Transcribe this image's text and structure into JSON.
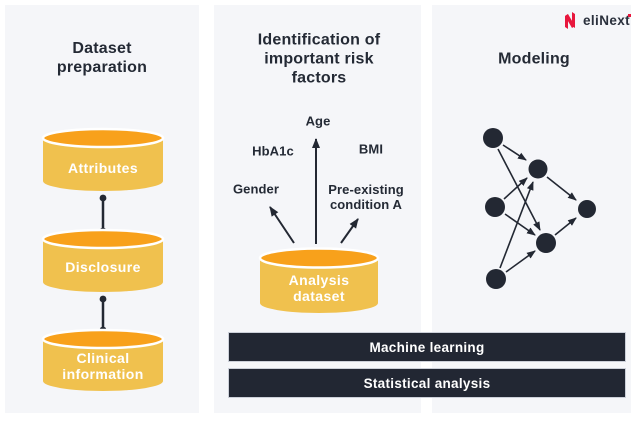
{
  "brand": {
    "name": "eliNext"
  },
  "colors": {
    "page_bg": "#FFFFFF",
    "panel_bg": "#F5F6F9",
    "dark": "#232833",
    "text_dark": "#242A35",
    "cylinder_top": "#F8A11B",
    "cylinder_body": "#F0C14E",
    "white": "#FFFFFF",
    "bar_bg": "#222733",
    "logo_red": "#E8173D"
  },
  "panels": {
    "dataset_preparation": {
      "title": "Dataset\npreparation",
      "cylinders": [
        {
          "label": "Attributes"
        },
        {
          "label": "Disclosure"
        },
        {
          "label": "Clinical\ninformation"
        }
      ]
    },
    "risk_factors": {
      "title": "Identification of\nimportant risk\nfactors",
      "labels": {
        "age": "Age",
        "hba1c": "HbA1c",
        "bmi": "BMI",
        "gender": "Gender",
        "preexisting": "Pre-existing\ncondition A"
      },
      "dataset": {
        "label": "Analysis\ndataset"
      }
    },
    "modeling": {
      "title": "Modeling"
    }
  },
  "bars": [
    {
      "label": "Machine learning"
    },
    {
      "label": "Statistical analysis"
    }
  ]
}
